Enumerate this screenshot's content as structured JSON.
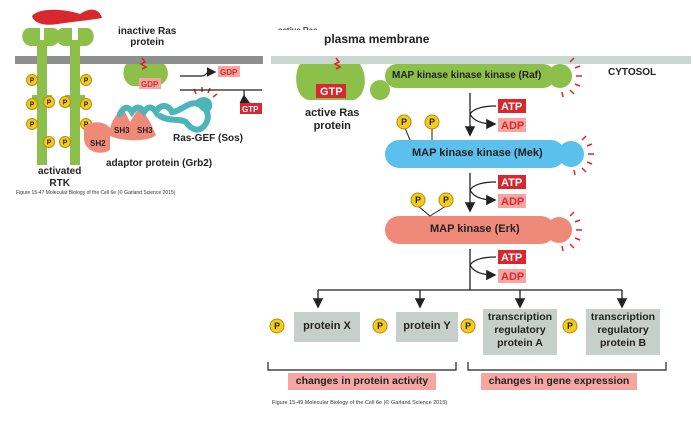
{
  "colors": {
    "membrane_left": "#8c8f8e",
    "membrane_right": "#c9d7d1",
    "green": "#8cc04b",
    "red": "#d7282f",
    "salmon": "#f08a78",
    "pink_label_bg": "#f6a6a1",
    "blue": "#5bc0eb",
    "teal": "#4bb5b8",
    "gray_box": "#c7cfcb",
    "phosphate": "#f5cc17",
    "phosphate_ring": "#b88a10"
  },
  "left_figure": {
    "inactive_ras_label": "inactive Ras\nprotein",
    "gdp_chip": "GDP",
    "gdp_out": "GDP",
    "gtp_in": "GTP",
    "sh3_a": "SH3",
    "sh3_b": "SH3",
    "sh2": "SH2",
    "ras_gef_label": "Ras-GEF (Sos)",
    "adaptor_label": "adaptor protein (Grb2)",
    "activated_rtk_label": "activated\nRTK",
    "phosphate": "P",
    "caption": "Figure 15-47  Molecular Biology of the Cell 6e (© Garland Science 2015)"
  },
  "right_figure": {
    "cut_off_top_text": "active Ras",
    "plasma_membrane_label": "plasma membrane",
    "cytosol_label": "CYTOSOL",
    "gtp_chip": "GTP",
    "active_ras_label": "active Ras\nprotein",
    "raf_label": "MAP kinase kinase kinase (Raf)",
    "mek_label": "MAP kinase kinase (Mek)",
    "erk_label": "MAP kinase (Erk)",
    "atp": "ATP",
    "adp": "ADP",
    "phosphate": "P",
    "targets": [
      {
        "label": "protein X"
      },
      {
        "label": "protein Y"
      },
      {
        "label": "transcription\nregulatory\nprotein A"
      },
      {
        "label": "transcription\nregulatory\nprotein B"
      }
    ],
    "changes_protein_activity": "changes in protein activity",
    "changes_gene_expression": "changes in gene expression",
    "caption": "Figure 15-49  Molecular Biology of the Cell 6e (© Garland Science 2015)"
  }
}
